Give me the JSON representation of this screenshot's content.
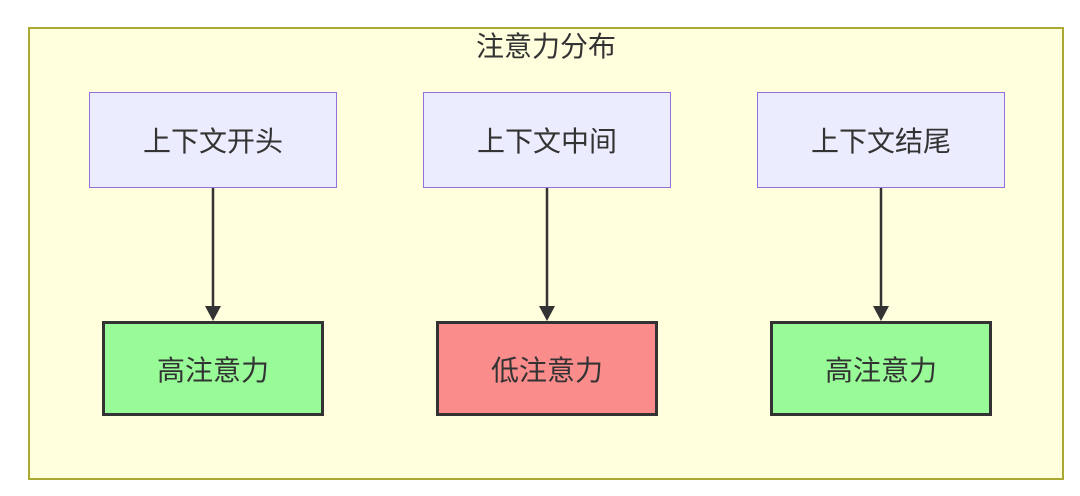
{
  "diagram": {
    "title": "注意力分布",
    "top_nodes": [
      {
        "id": "context-begin",
        "label": "上下文开头"
      },
      {
        "id": "context-middle",
        "label": "上下文中间"
      },
      {
        "id": "context-end",
        "label": "上下文结尾"
      }
    ],
    "bottom_nodes": [
      {
        "id": "attention-begin",
        "label": "高注意力",
        "level": "high"
      },
      {
        "id": "attention-middle",
        "label": "低注意力",
        "level": "low"
      },
      {
        "id": "attention-end",
        "label": "高注意力",
        "level": "high"
      }
    ],
    "edges": [
      {
        "from": "上下文开头",
        "to": "高注意力"
      },
      {
        "from": "上下文中间",
        "to": "低注意力"
      },
      {
        "from": "上下文结尾",
        "to": "高注意力"
      }
    ]
  },
  "colors": {
    "cluster_fill": "#FFFFDE",
    "cluster_border": "#AAAA33",
    "context_node_fill": "#ECECFF",
    "context_node_border": "#9370DB",
    "high_attention_fill": "#98FB98",
    "low_attention_fill": "#FA8C8C",
    "attention_node_border": "#333333",
    "arrow": "#333333",
    "text": "#333333"
  }
}
